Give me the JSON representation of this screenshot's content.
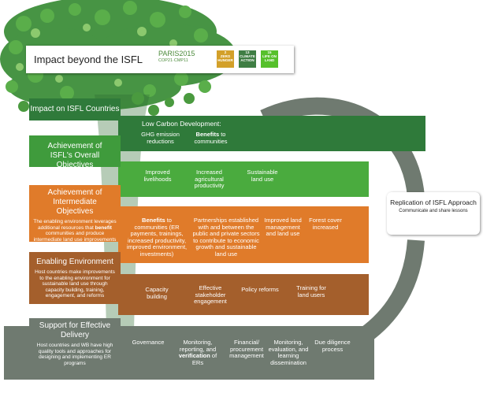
{
  "header": {
    "title": "Impact beyond the ISFL",
    "paris_title": "PARIS2015",
    "paris_sub": "COP21·CMP11",
    "sdg_badges": [
      {
        "number": "2",
        "label": "ZERO HUNGER",
        "color": "#d3a029"
      },
      {
        "number": "13",
        "label": "CLIMATE ACTION",
        "color": "#3f7e44"
      },
      {
        "number": "15",
        "label": "LIFE ON LAND",
        "color": "#56c02b"
      }
    ]
  },
  "levels": {
    "impact": {
      "title": "Impact on ISFL Countries",
      "heading": "Low Carbon Development:",
      "items": [
        "GHG emission reductions"
      ],
      "benefits_bold": "Benefits",
      "benefits_rest": " to communities"
    },
    "objectives": {
      "title": "Achievement of ISFL's Overall Objectives",
      "items": [
        "Improved livelihoods",
        "Increased agricultural productivity",
        "Sustainable land use"
      ]
    },
    "intermediate": {
      "title": "Achievement of Intermediate Objectives",
      "desc_before": "The enabling environment leverages additional resources that ",
      "desc_bold": "benefit",
      "desc_after": " communities and produce intermediate land use improvements",
      "benefits_bold": "Benefits",
      "benefits_rest": " to communities (ER payments, trainings, increased productivity, improved environment, investments)",
      "items": [
        "Partnerships established with and between the public and private sectors to contribute to economic growth and sustainable land use",
        "Improved land management and land use",
        "Forest cover increased"
      ]
    },
    "enabling": {
      "title": "Enabling Environment",
      "desc": "Host countries make improvements to the enabling environment for sustainable land use through capacity building, training, engagement, and reforms",
      "items": [
        "Capacity building",
        "Effective stakeholder engagement",
        "Policy reforms",
        "Training for land users"
      ]
    },
    "support": {
      "title": "Support for Effective Delivery",
      "desc": "Host countries and WB have high quality tools and approaches for designing and implementing ER programs",
      "items": [
        "Governance"
      ],
      "monitoring_before": "Monitoring, reporting, and ",
      "monitoring_bold": "verification",
      "monitoring_after": " of ERs",
      "items_rest": [
        "Financial/ procurement management",
        "Monitoring, evaluation, and learning dissemination",
        "Due diligence process"
      ]
    }
  },
  "replication": {
    "title": "Replication of ISFL Approach",
    "desc": "Communicate and share lessons"
  },
  "colors": {
    "dark_green": "#2f7a3a",
    "mid_green": "#3f9b3c",
    "light_green": "#4aab3e",
    "orange": "#e07b2a",
    "brown": "#a45f2c",
    "grey": "#6f7a70"
  }
}
